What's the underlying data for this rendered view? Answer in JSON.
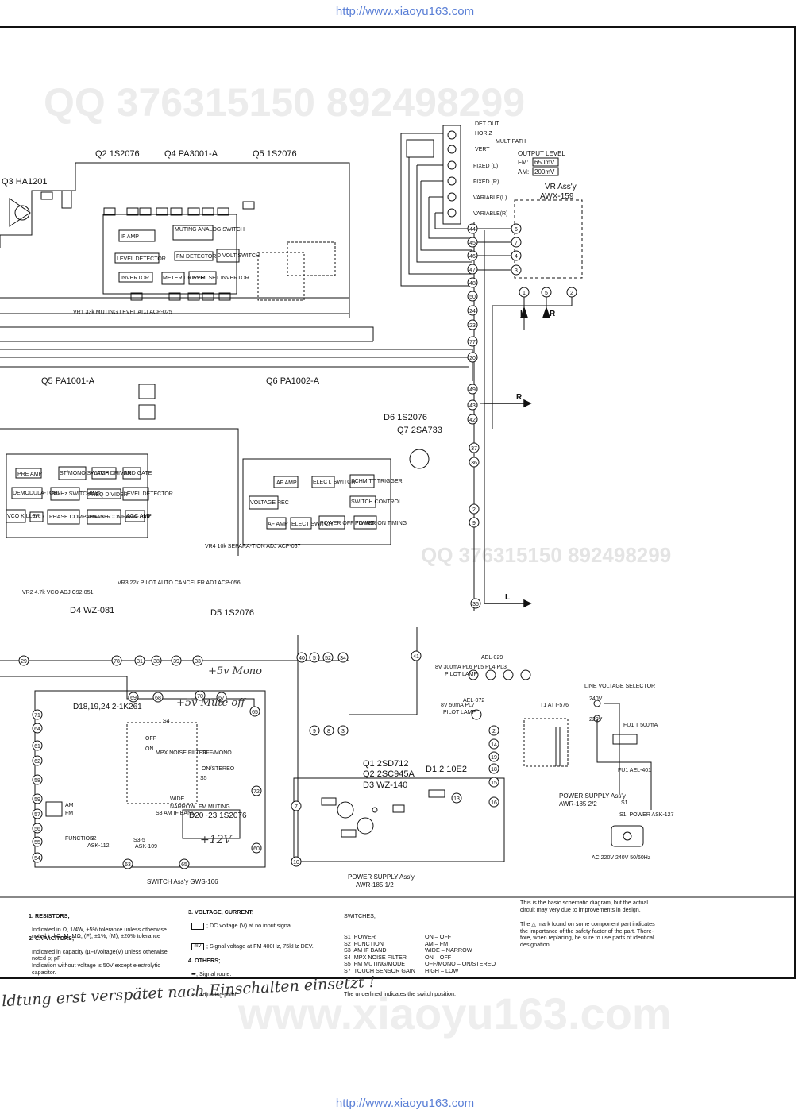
{
  "header_url": "http://www.xiaoyu163.com",
  "footer_url": "http://www.xiaoyu163.com",
  "watermarks": {
    "top": "QQ 376315150   892498299",
    "middle": "QQ 376315150  892498299",
    "bottom": "www.xiaoyu163.com"
  },
  "handwriting": {
    "mono_note": "+5v Mono",
    "mute_note": "+5v Mute off",
    "v12_note": "+12V",
    "bottom_note": "ldtung erst verspätet nach Einschalten einsetzt !"
  },
  "components": {
    "q2": "Q2 1S2076",
    "q4": "Q4 PA3001-A",
    "q5_d": "Q5 1S2076",
    "q3": "Q3 HA1201",
    "q5": "Q5 PA1001-A",
    "q6": "Q6 PA1002-A",
    "d6": "D6 1S2076",
    "q7": "Q7 2SA733",
    "d4": "D4 WZ-081",
    "d5": "D5 1S2076",
    "switch_diodes": "D18,19,24 2-1K261",
    "d20": "D20~23 1S2076",
    "q1_pwr": "Q1 2SD712",
    "q2_pwr": "Q2 2SC945A",
    "d3_pwr": "D3 WZ-140",
    "d12": "D1,2 10E2"
  },
  "ic_blocks": {
    "q4": [
      "IF AMP",
      "MUTING ANALOG SWITCH",
      "LEVEL DETECTOR",
      "FM DETECTOR",
      "0 VOLT SWITCH",
      "INVERTOR",
      "METER DRIVER",
      "LEVEL SET INVERTOR"
    ],
    "q5": [
      "PRE AMP",
      "ST/MONO SWITCH",
      "LAMP DRIVER",
      "AND GATE",
      "DEMODULA-TOR",
      "38kHz SWITCHING",
      "FREQ DIVIDER",
      "LEVEL DETECTOR",
      "VCO KILLER",
      "VCO",
      "PHASE COMPARA-TOR",
      "PHASE COMPARA-TOR",
      "AGC AMP"
    ],
    "q6": [
      "AF AMP",
      "ELECT. SWITCH",
      "SCHMITT TRIGGER",
      "VOLTAGE REC",
      "SWITCH CONTROL",
      "AF AMP",
      "ELECT SWITCH",
      "POWER OFF TIMING",
      "POWER ON TIMING"
    ]
  },
  "outputs": {
    "title": "OUTPUT LEVEL",
    "fm_label": "FM:",
    "fm_value": "650mV",
    "am_label": "AM:",
    "am_value": "200mV",
    "terminals": [
      "DET OUT",
      "HORIZ",
      "MULTIPATH",
      "VERT",
      "FIXED (L)",
      "FIXED (R)",
      "VARIABLE(L)",
      "VARIABLE(R)"
    ],
    "vr_title": "VR Ass'y",
    "vr_model": "AWX-159"
  },
  "adjustments": {
    "vr1": "VR1 33k MUTING LEVEL ADJ ACP-025",
    "vr2": "VR2 4.7k VCO ADJ C92-051",
    "vr3": "VR3 22k PILOT AUTO CANCELER ADJ ACP-056",
    "vr4": "VR4 10k SEPARA-TION ADJ ACP-057"
  },
  "switch_assy": {
    "title": "SWITCH  Ass'y GWS-166",
    "labels": [
      "OFF",
      "ON",
      "MPX NOISE FILTER",
      "OFF/MONO",
      "ON/STEREO",
      "WIDE",
      "NARROW",
      "S3 AM IF BAND",
      "FM MUTING",
      "AM",
      "FM",
      "FUNCTION",
      "S2",
      "ASK-112",
      "S3-5",
      "ASK-109",
      "S4",
      "S5",
      "S1"
    ]
  },
  "power_supply": {
    "title1": "POWER SUPPLY Ass'y",
    "model1": "AWR-185 1/2",
    "title2": "POWER SUPPLY Ass'y",
    "model2": "AWR-185 2/2",
    "transformer": "T1 ATT-576",
    "selector": "LINE VOLTAGE SELECTOR",
    "fuse": "FU1 T 500mA",
    "fuse_holder": "FU1 AEL-401",
    "power_switch": "S1: POWER ASK-127",
    "ac": "AC 220V 240V 50/60Hz",
    "pilot_lamps": "8V 300mA PL6 PL5 PL4 PL3",
    "pilot_lamp_label": "PILOT LAMP",
    "pilot_lamp_part": "AEL-029",
    "lamp2": "8V 50mA PL7",
    "lamp2_label": "PILOT LAMP",
    "lamp2_part": "AEL-072",
    "voltages": [
      "240V",
      "220V"
    ]
  },
  "notes": {
    "n1_title": "1. RESISTORS;",
    "n1_body": "Indicated in Ω, 1/4W, ±5% tolerance unless otherwise\nnoted k; kΩ, M; MΩ, (F); ±1%, (M); ±20% tolerance",
    "n2_title": "2. CAPACITORS;",
    "n2_body": "Indicated in capacity (µF)/voltage(V) unless otherwise\nnoted p; pF\nIndication without voltage is 50V except electrolytic\ncapacitor.",
    "n3_title": "3. VOLTAGE, CURRENT;",
    "n3_dc": "; DC voltage (V) at no input signal",
    "n3_sig": "; Signal voltage at FM 400Hz, 75kHz DEV.",
    "n4_title": "4. OTHERS;",
    "n4_route": "; Signal route.",
    "n4_adj": "; Adjusting point",
    "switches_title": "SWITCHES;",
    "switches": [
      {
        "name": "S1  POWER",
        "pos": "ON – OFF"
      },
      {
        "name": "S2  FUNCTION",
        "pos": "AM – FM"
      },
      {
        "name": "S3  AM IF BAND",
        "pos": "WIDE – NARROW"
      },
      {
        "name": "S4  MPX NOISE FILTER",
        "pos": "ON – OFF"
      },
      {
        "name": "S5  FM MUTING/MODE",
        "pos": "OFF/MONO – ON/STEREO"
      },
      {
        "name": "S7  TOUCH SENSOR GAIN",
        "pos": "HIGH – LOW"
      }
    ],
    "underline_note": "The underlined indicates the switch position.",
    "basic1": "This is the basic schematic diagram, but the actual\ncircuit may very due to improvements in design.",
    "basic2": "The △ mark found on some component part indicates\nthe importance of the safety factor of the part. There-\nfore, when replacing, be sure to use parts of identical\ndesignation."
  }
}
